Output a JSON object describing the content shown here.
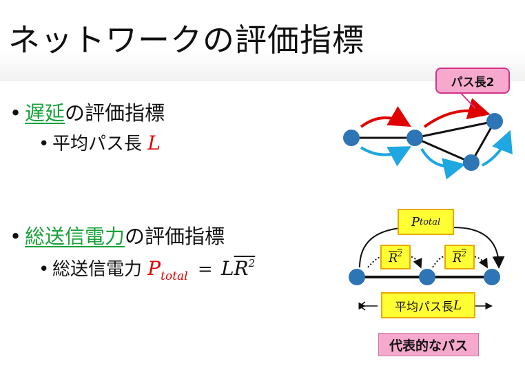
{
  "title": "ネットワークの評価指標",
  "bullets": {
    "delay": {
      "highlight": "遅延",
      "rest": "の評価指標"
    },
    "delay_sub": {
      "text": "平均パス長",
      "symbol": "L"
    },
    "power": {
      "highlight": "総送信電力",
      "rest": "の評価指標"
    },
    "power_sub": {
      "text": "総送信電力",
      "p": "P",
      "p_sub": "total",
      "eq": "=",
      "l": "L",
      "r": "R",
      "r_sup": "2"
    }
  },
  "diagram1": {
    "callout": "パス長2"
  },
  "diagram2": {
    "ptotal": "P",
    "ptotal_sub": "total",
    "r": "R",
    "r_sup": "2",
    "length_label": "平均パス長",
    "length_symbol": "L",
    "representative": "代表的なパス"
  },
  "colors": {
    "accent_green": "#1aa23b",
    "math_red": "#e00000",
    "node_blue": "#2e75b6",
    "arrow_red": "#e00000",
    "arrow_cyan": "#1ea7e1"
  }
}
